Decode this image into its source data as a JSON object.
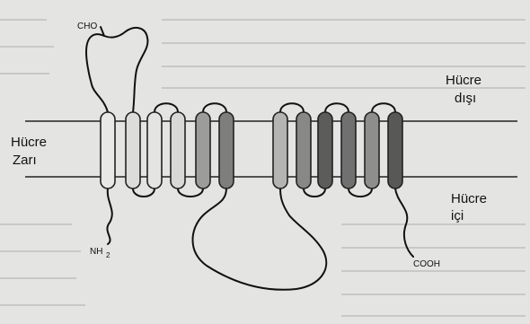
{
  "labels": {
    "outside_line1": "Hücre",
    "outside_line2": "dışı",
    "membrane_line1": "Hücre",
    "membrane_line2": "Zarı",
    "inside_line1": "Hücre",
    "inside_line2": "içi",
    "n_term_base": "NH",
    "n_term_sub": "2",
    "c_term": "COOH",
    "sugar": "CHO"
  },
  "helices": {
    "count": 12,
    "shades": [
      "#e8e8e6",
      "#dcdcda",
      "#e4e4e2",
      "#d8d8d6",
      "#9c9c9a",
      "#7e7e7c",
      "#b4b4b2",
      "#888886",
      "#5c5c5a",
      "#707070",
      "#8e8e8c",
      "#585856"
    ]
  }
}
